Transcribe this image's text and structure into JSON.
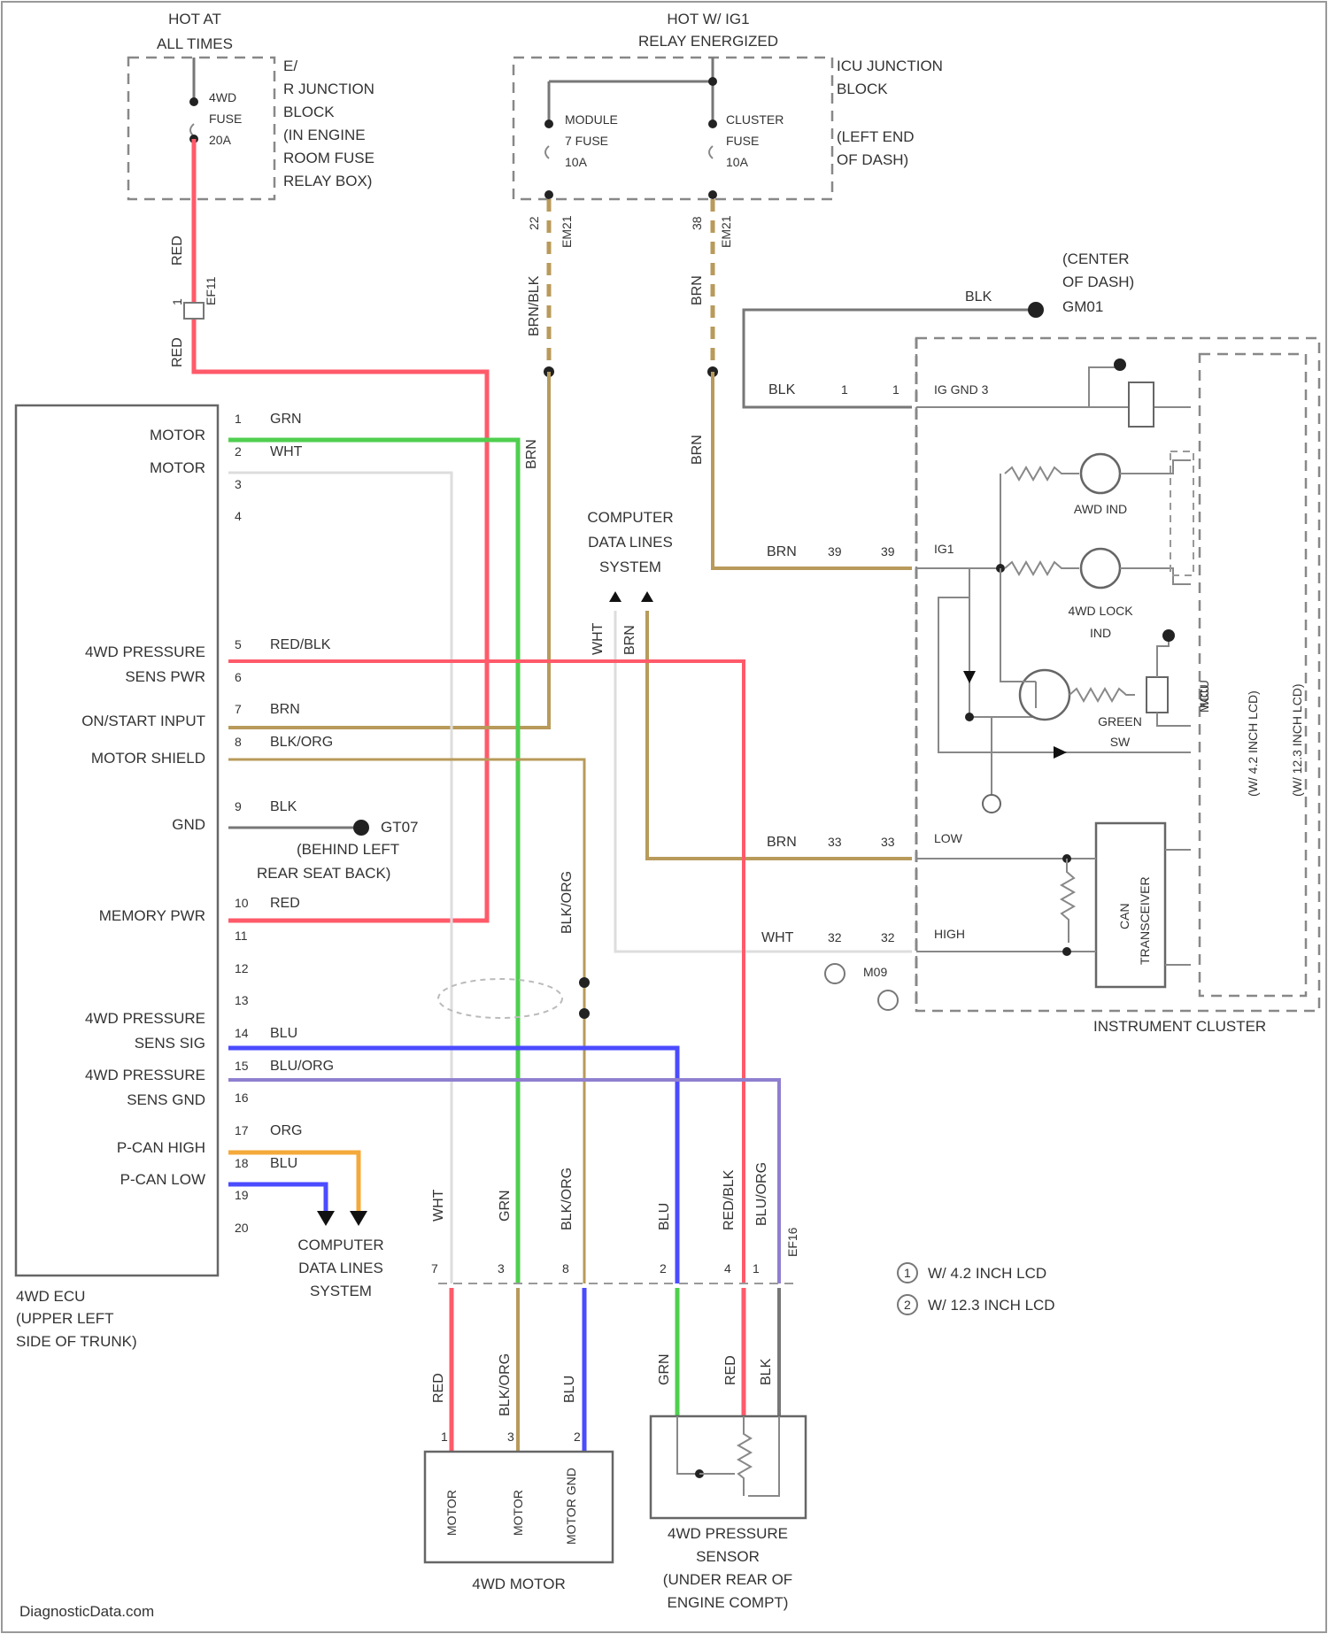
{
  "top_labels": {
    "hot_at_all_times": [
      "HOT AT",
      "ALL TIMES"
    ],
    "hot_relay": [
      "HOT W/ IG1",
      "RELAY ENERGIZED"
    ]
  },
  "fuse_block_left": {
    "fuse_name": [
      "4WD",
      "FUSE",
      "20A"
    ],
    "desc": [
      "E/",
      "R JUNCTION",
      "BLOCK",
      "(IN ENGINE",
      "ROOM FUSE",
      "RELAY BOX)"
    ]
  },
  "fuse_block_center": {
    "module_fuse": [
      "MODULE",
      "7 FUSE",
      "10A"
    ],
    "cluster_fuse": [
      "CLUSTER",
      "FUSE",
      "10A"
    ],
    "desc": [
      "ICU JUNCTION",
      "BLOCK",
      "(LEFT END",
      "OF DASH)"
    ]
  },
  "ground_gm01": [
    "(CENTER",
    "OF DASH)",
    "GM01"
  ],
  "ecu": {
    "caption": [
      "4WD ECU",
      "(UPPER LEFT",
      "SIDE OF TRUNK)"
    ],
    "pins": [
      {
        "num": "1",
        "name": "MOTOR",
        "color": "GRN"
      },
      {
        "num": "2",
        "name": "MOTOR",
        "color": "WHT"
      },
      {
        "num": "3",
        "name": "",
        "color": ""
      },
      {
        "num": "4",
        "name": "",
        "color": ""
      },
      {
        "num": "5",
        "name": "4WD PRESSURE",
        "color": "RED/BLK"
      },
      {
        "num": "6",
        "name": "SENS PWR",
        "color": ""
      },
      {
        "num": "7",
        "name": "ON/START INPUT",
        "color": "BRN"
      },
      {
        "num": "8",
        "name": "MOTOR SHIELD",
        "color": "BLK/ORG"
      },
      {
        "num": "9",
        "name": "GND",
        "color": "BLK"
      },
      {
        "num": "10",
        "name": "MEMORY PWR",
        "color": "RED"
      },
      {
        "num": "11",
        "name": "",
        "color": ""
      },
      {
        "num": "12",
        "name": "",
        "color": ""
      },
      {
        "num": "13",
        "name": "",
        "color": ""
      },
      {
        "num": "14",
        "name": "4WD PRESSURE",
        "color": "BLU"
      },
      {
        "num": "15",
        "name": "SENS SIG",
        "color": "BLU/ORG"
      },
      {
        "num": "16",
        "name": "4WD PRESSURE",
        "color": ""
      },
      {
        "num": "17",
        "name": "SENS GND",
        "color": "ORG"
      },
      {
        "num": "18",
        "name": "P-CAN HIGH",
        "color": "BLU"
      },
      {
        "num": "19",
        "name": "P-CAN LOW",
        "color": ""
      },
      {
        "num": "20",
        "name": "",
        "color": ""
      }
    ]
  },
  "ground_gt07": [
    "GT07",
    "(BEHIND LEFT",
    "REAR SEAT BACK)"
  ],
  "computer_data_lines": [
    "COMPUTER",
    "DATA LINES",
    "SYSTEM"
  ],
  "cluster": {
    "caption": "INSTRUMENT CLUSTER",
    "pin_ig_gnd": "IG GND 3",
    "pin_ig1": "IG1",
    "pin_low": "LOW",
    "pin_high": "HIGH",
    "awd_ind": "AWD IND",
    "awd_lock_ind": [
      "4WD LOCK",
      "IND"
    ],
    "green_sw": [
      "GREEN",
      "SW"
    ],
    "mcu": "MCU",
    "can_transceiver": [
      "CAN",
      "TRANSCEIVER"
    ],
    "lcd_42": "(W/ 4.2 INCH LCD)",
    "lcd_123": "(W/ 12.3 INCH LCD)",
    "mcu_label": "MCU"
  },
  "cluster_wires": {
    "blk": {
      "color": "BLK",
      "pin_a": "1",
      "pin_b": "1"
    },
    "brn_ig1": {
      "color": "BRN",
      "pin_a": "39",
      "pin_b": "39"
    },
    "brn_low": {
      "color": "BRN",
      "pin_a": "33",
      "pin_b": "33"
    },
    "wht_high": {
      "color": "WHT",
      "pin_a": "32",
      "pin_b": "32"
    },
    "connector": "M09"
  },
  "vertical_labels": {
    "red_top": "RED",
    "red_low": "RED",
    "conn_left": "EF11",
    "brnblk": "BRN/BLK",
    "brn_cluster": "BRN",
    "brn_lower": "BRN",
    "brn_mid": "BRN",
    "wht_data": "WHT",
    "brn_data": "BRN",
    "blkorg_mid": "BLK/ORG",
    "conn_module": "EM21",
    "conn_cluster": "EM21",
    "pin_module": "22",
    "pin_cluster": "38",
    "pin_ef11": "1"
  },
  "legend": [
    {
      "mark": "1",
      "text": "W/ 4.2 INCH LCD"
    },
    {
      "mark": "2",
      "text": "W/ 12.3 INCH LCD"
    }
  ],
  "motor": {
    "caption": "4WD MOTOR",
    "pins": [
      {
        "name": "MOTOR",
        "num": "1"
      },
      {
        "name": "MOTOR",
        "num": "3"
      },
      {
        "name": "MOTOR GND",
        "num": "2"
      }
    ],
    "wire_colors": [
      "RED",
      "BLK/ORG",
      "BLU"
    ]
  },
  "sensor": {
    "caption": [
      "4WD PRESSURE",
      "SENSOR",
      "(UNDER REAR OF",
      "ENGINE COMPT)"
    ],
    "wire_colors": [
      "GRN",
      "RED",
      "BLK"
    ]
  },
  "lower_connector_labels": {
    "colors": [
      "WHT",
      "GRN",
      "BLK/ORG",
      "BLU",
      "RED/BLK",
      "BLU/ORG"
    ],
    "pins": [
      "7",
      "3",
      "8",
      "2",
      "4",
      "1"
    ],
    "conn": "EF16"
  },
  "footer": "DiagnosticData.com",
  "colors": {
    "red": "#ff5a6a",
    "green": "#4fcf4f",
    "white_wire": "#dddddd",
    "brown": "#b89a5a",
    "blue": "#4b4bff",
    "purple": "#8f7fd0",
    "orange": "#f4a93a",
    "black_wire": "#666666"
  }
}
